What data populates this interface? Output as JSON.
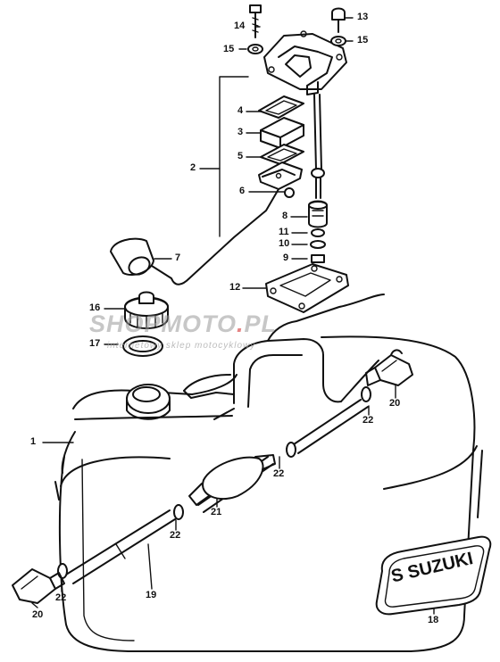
{
  "diagram": {
    "callouts": {
      "n1": "1",
      "n2": "2",
      "n3": "3",
      "n4": "4",
      "n5": "5",
      "n6": "6",
      "n7": "7",
      "n8": "8",
      "n9": "9",
      "n10": "10",
      "n11": "11",
      "n12": "12",
      "n13": "13",
      "n14": "14",
      "n15a": "15",
      "n15b": "15",
      "n16": "16",
      "n17": "17",
      "n18": "18",
      "n19": "19",
      "n20a": "20",
      "n20b": "20",
      "n21": "21",
      "n22a": "22",
      "n22b": "22",
      "n22c": "22",
      "n22d": "22"
    },
    "watermark": {
      "brand_part1": "SHOPMOTO",
      "brand_part2": "PL",
      "tagline": "internetowy sklep motocyklowy",
      "color": "#9a9a9a",
      "accent_color": "#d02020"
    },
    "emblem_text": "S SUZUKI"
  }
}
